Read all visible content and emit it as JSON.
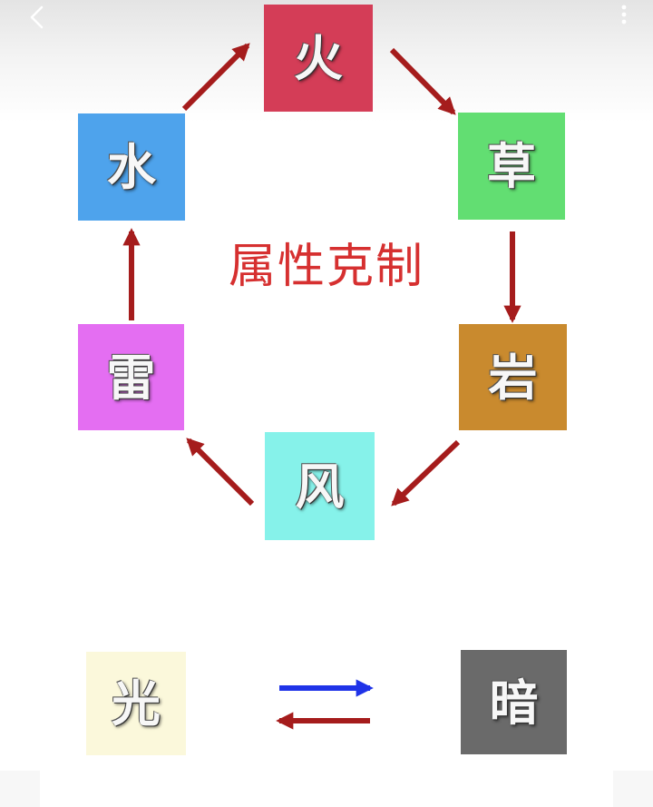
{
  "title": "属性克制",
  "nav": {
    "back_icon": "chevron-left-icon",
    "more_icon": "vertical-dots-icon"
  },
  "elements": [
    {
      "key": "fire",
      "label": "火",
      "color": "#d43d57"
    },
    {
      "key": "grass",
      "label": "草",
      "color": "#62de72"
    },
    {
      "key": "rock",
      "label": "岩",
      "color": "#c98a2e"
    },
    {
      "key": "wind",
      "label": "风",
      "color": "#86f2ea"
    },
    {
      "key": "thunder",
      "label": "雷",
      "color": "#e46ef2"
    },
    {
      "key": "water",
      "label": "水",
      "color": "#4ea3ec"
    },
    {
      "key": "light",
      "label": "光",
      "color": "#fbf8db"
    },
    {
      "key": "dark",
      "label": "暗",
      "color": "#6a6a6a"
    }
  ],
  "cycle": [
    {
      "from": "fire",
      "to": "grass"
    },
    {
      "from": "grass",
      "to": "rock"
    },
    {
      "from": "rock",
      "to": "wind"
    },
    {
      "from": "wind",
      "to": "thunder"
    },
    {
      "from": "thunder",
      "to": "water"
    },
    {
      "from": "water",
      "to": "fire"
    }
  ],
  "mutual": [
    {
      "from": "light",
      "to": "dark",
      "color": "#1f33e8"
    },
    {
      "from": "dark",
      "to": "light",
      "color": "#a51c1c"
    }
  ],
  "arrow_color": "#a51c1c"
}
